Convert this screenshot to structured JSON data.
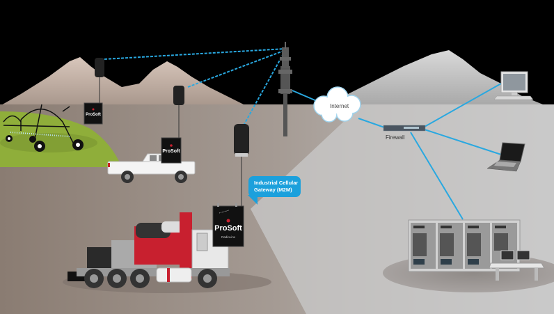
{
  "diagram": {
    "title": "Industrial Cellular M2M Network",
    "nodes": {
      "internet": {
        "label": "Internet",
        "icon": "cloud-icon"
      },
      "firewall": {
        "label": "Firewall",
        "icon": "firewall-appliance-icon"
      },
      "cell_tower": {
        "icon": "cell-tower-icon"
      },
      "desktop": {
        "icon": "desktop-computer-icon"
      },
      "laptop": {
        "icon": "laptop-icon"
      },
      "data_center": {
        "icon": "server-racks-icon"
      },
      "gateway_irrigation": {
        "brand": "ProSoft",
        "icon": "cellular-gateway-icon"
      },
      "gateway_pickup": {
        "brand": "ProSoft",
        "icon": "cellular-gateway-icon"
      },
      "gateway_truck": {
        "brand": "ProSoft",
        "icon": "cellular-gateway-icon",
        "sub": "RadioLinx"
      }
    },
    "callout": {
      "line1": "Industrial Cellular",
      "line2": "Gateway (M2M)"
    },
    "vehicles": [
      "irrigation-pivot",
      "pickup-truck",
      "heavy-truck"
    ],
    "colors": {
      "link": "#29a8e0",
      "callout": "#1ba0dc",
      "sky": "#000000",
      "ground_left": "#8b7f77",
      "ground_right": "#c9c9c9",
      "field": "#8fae3a",
      "brand_red": "#c8202f"
    }
  }
}
